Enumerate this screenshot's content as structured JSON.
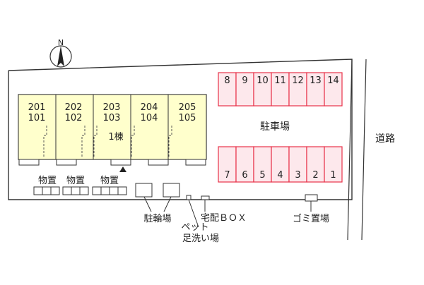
{
  "compass": {
    "label": "N"
  },
  "building": {
    "label": "1棟",
    "units": [
      {
        "upper": "201",
        "lower": "101"
      },
      {
        "upper": "202",
        "lower": "102"
      },
      {
        "upper": "203",
        "lower": "103"
      },
      {
        "upper": "204",
        "lower": "104"
      },
      {
        "upper": "205",
        "lower": "105"
      }
    ]
  },
  "parking": {
    "label": "駐車場",
    "top_row": [
      "8",
      "9",
      "10",
      "11",
      "12",
      "13",
      "14"
    ],
    "bottom_row": [
      "7",
      "6",
      "5",
      "4",
      "3",
      "2",
      "1"
    ]
  },
  "storage": {
    "labels": [
      "物置",
      "物置",
      "物置"
    ]
  },
  "road": {
    "label": "道路"
  },
  "facilities": {
    "bicycle_parking": "駐輪場",
    "pet_wash_line1": "ペット",
    "pet_wash_line2": "足洗い場",
    "delivery_box": "宅配ＢＯＸ",
    "garbage": "ゴミ置場"
  },
  "colors": {
    "unit_fill": "#ffffcc",
    "parking_stroke": "#e8324a",
    "parking_fill": "#fde8ec",
    "line": "#333333"
  }
}
